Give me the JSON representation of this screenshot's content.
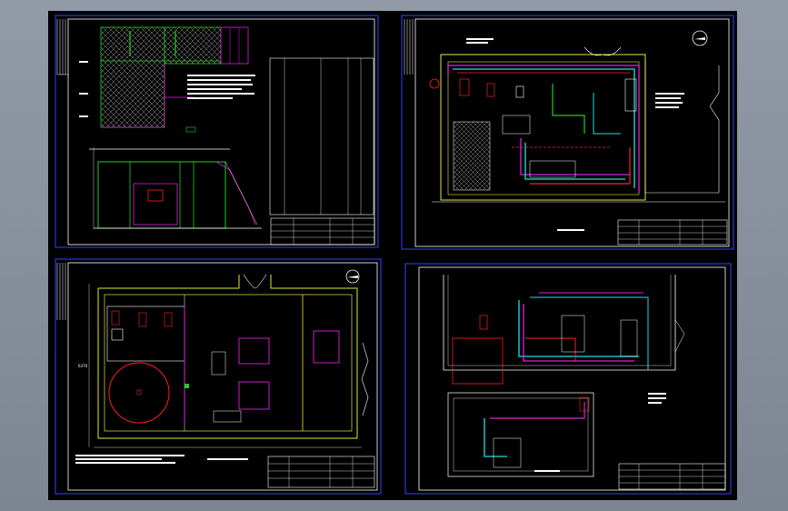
{
  "viewer": {
    "background_color": "#8a92a0",
    "canvas_color": "#000000"
  },
  "colors": {
    "border": "#2a3bd4",
    "frame_white": "#ffffff",
    "wall_yellow": "#e6e63c",
    "magenta": "#e020e0",
    "cyan": "#20e0e0",
    "green": "#20d020",
    "red": "#ff2020",
    "gray_hatch": "#b0b0b0"
  },
  "sheets": [
    {
      "id": "sheet-1",
      "title_block_rows": 4
    },
    {
      "id": "sheet-2",
      "title_block_rows": 4
    },
    {
      "id": "sheet-3",
      "title_block_rows": 4
    },
    {
      "id": "sheet-4",
      "title_block_rows": 4
    }
  ],
  "labels": {
    "sheet3_dim_left": "6370",
    "sheet3_north_symbol": "N"
  }
}
